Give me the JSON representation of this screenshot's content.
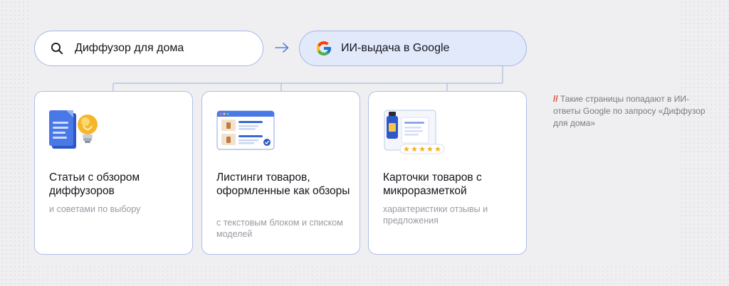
{
  "search": {
    "query": "Диффузор для дома",
    "icon": "search-icon"
  },
  "google": {
    "label": "ИИ-выдача в Google",
    "icon": "google-logo-icon"
  },
  "flow_arrow": "→",
  "cards": [
    {
      "title": "Статьи с обзором диффузоров",
      "subtitle": "и советами по выбору",
      "icon": "document-lightbulb-icon"
    },
    {
      "title": "Листинги товаров, оформленные как обзоры",
      "subtitle": "с текстовым блоком и списком моделей",
      "icon": "listing-window-icon"
    },
    {
      "title": "Карточки товаров с микроразметкой",
      "subtitle": "характеристики отзывы и предложения",
      "icon": "product-card-stars-icon"
    }
  ],
  "note": {
    "marker": "//",
    "text": "Такие страницы попадают в ИИ-ответы Google по запросу «Диффузор для дома»"
  },
  "colors": {
    "background": "#efeff1",
    "border": "#a3b7e6",
    "google_pill": "#e1e9fb",
    "accent_red": "#e0443a",
    "primary_blue": "#3a66d6"
  }
}
